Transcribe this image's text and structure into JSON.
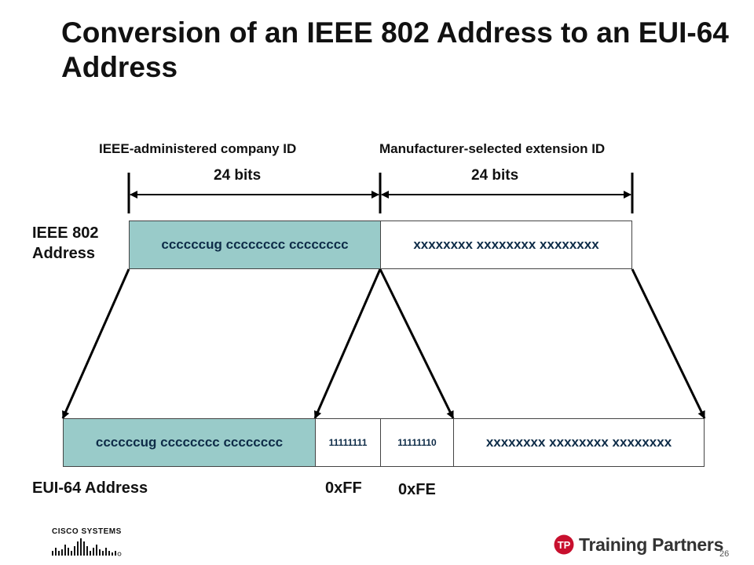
{
  "slide": {
    "title": "Conversion of an IEEE 802 Address to an EUI-64 Address",
    "page_number": "26"
  },
  "top_labels": {
    "company_id": "IEEE-administered company ID",
    "extension_id": "Manufacturer-selected extension ID",
    "bits_left": "24 bits",
    "bits_right": "24 bits"
  },
  "ieee802": {
    "label_line1": "IEEE 802",
    "label_line2": "Address",
    "company_bits": "ccccccug cccccccc cccccccc",
    "extension_bits": "xxxxxxxx xxxxxxxx xxxxxxxx"
  },
  "eui64": {
    "label": "EUI-64 Address",
    "company_bits": "ccccccug cccccccc cccccccc",
    "ff_bits": "11111111",
    "fe_bits": "11111110",
    "extension_bits": "xxxxxxxx xxxxxxxx xxxxxxxx",
    "ff_label": "0xFF",
    "fe_label": "0xFE"
  },
  "logos": {
    "cisco": "Cisco Systems",
    "training_partners": "Training Partners"
  },
  "colors": {
    "teal_fill": "#99cbc9",
    "text_navy": "#0e2c48",
    "red_logo": "#c8102e"
  }
}
